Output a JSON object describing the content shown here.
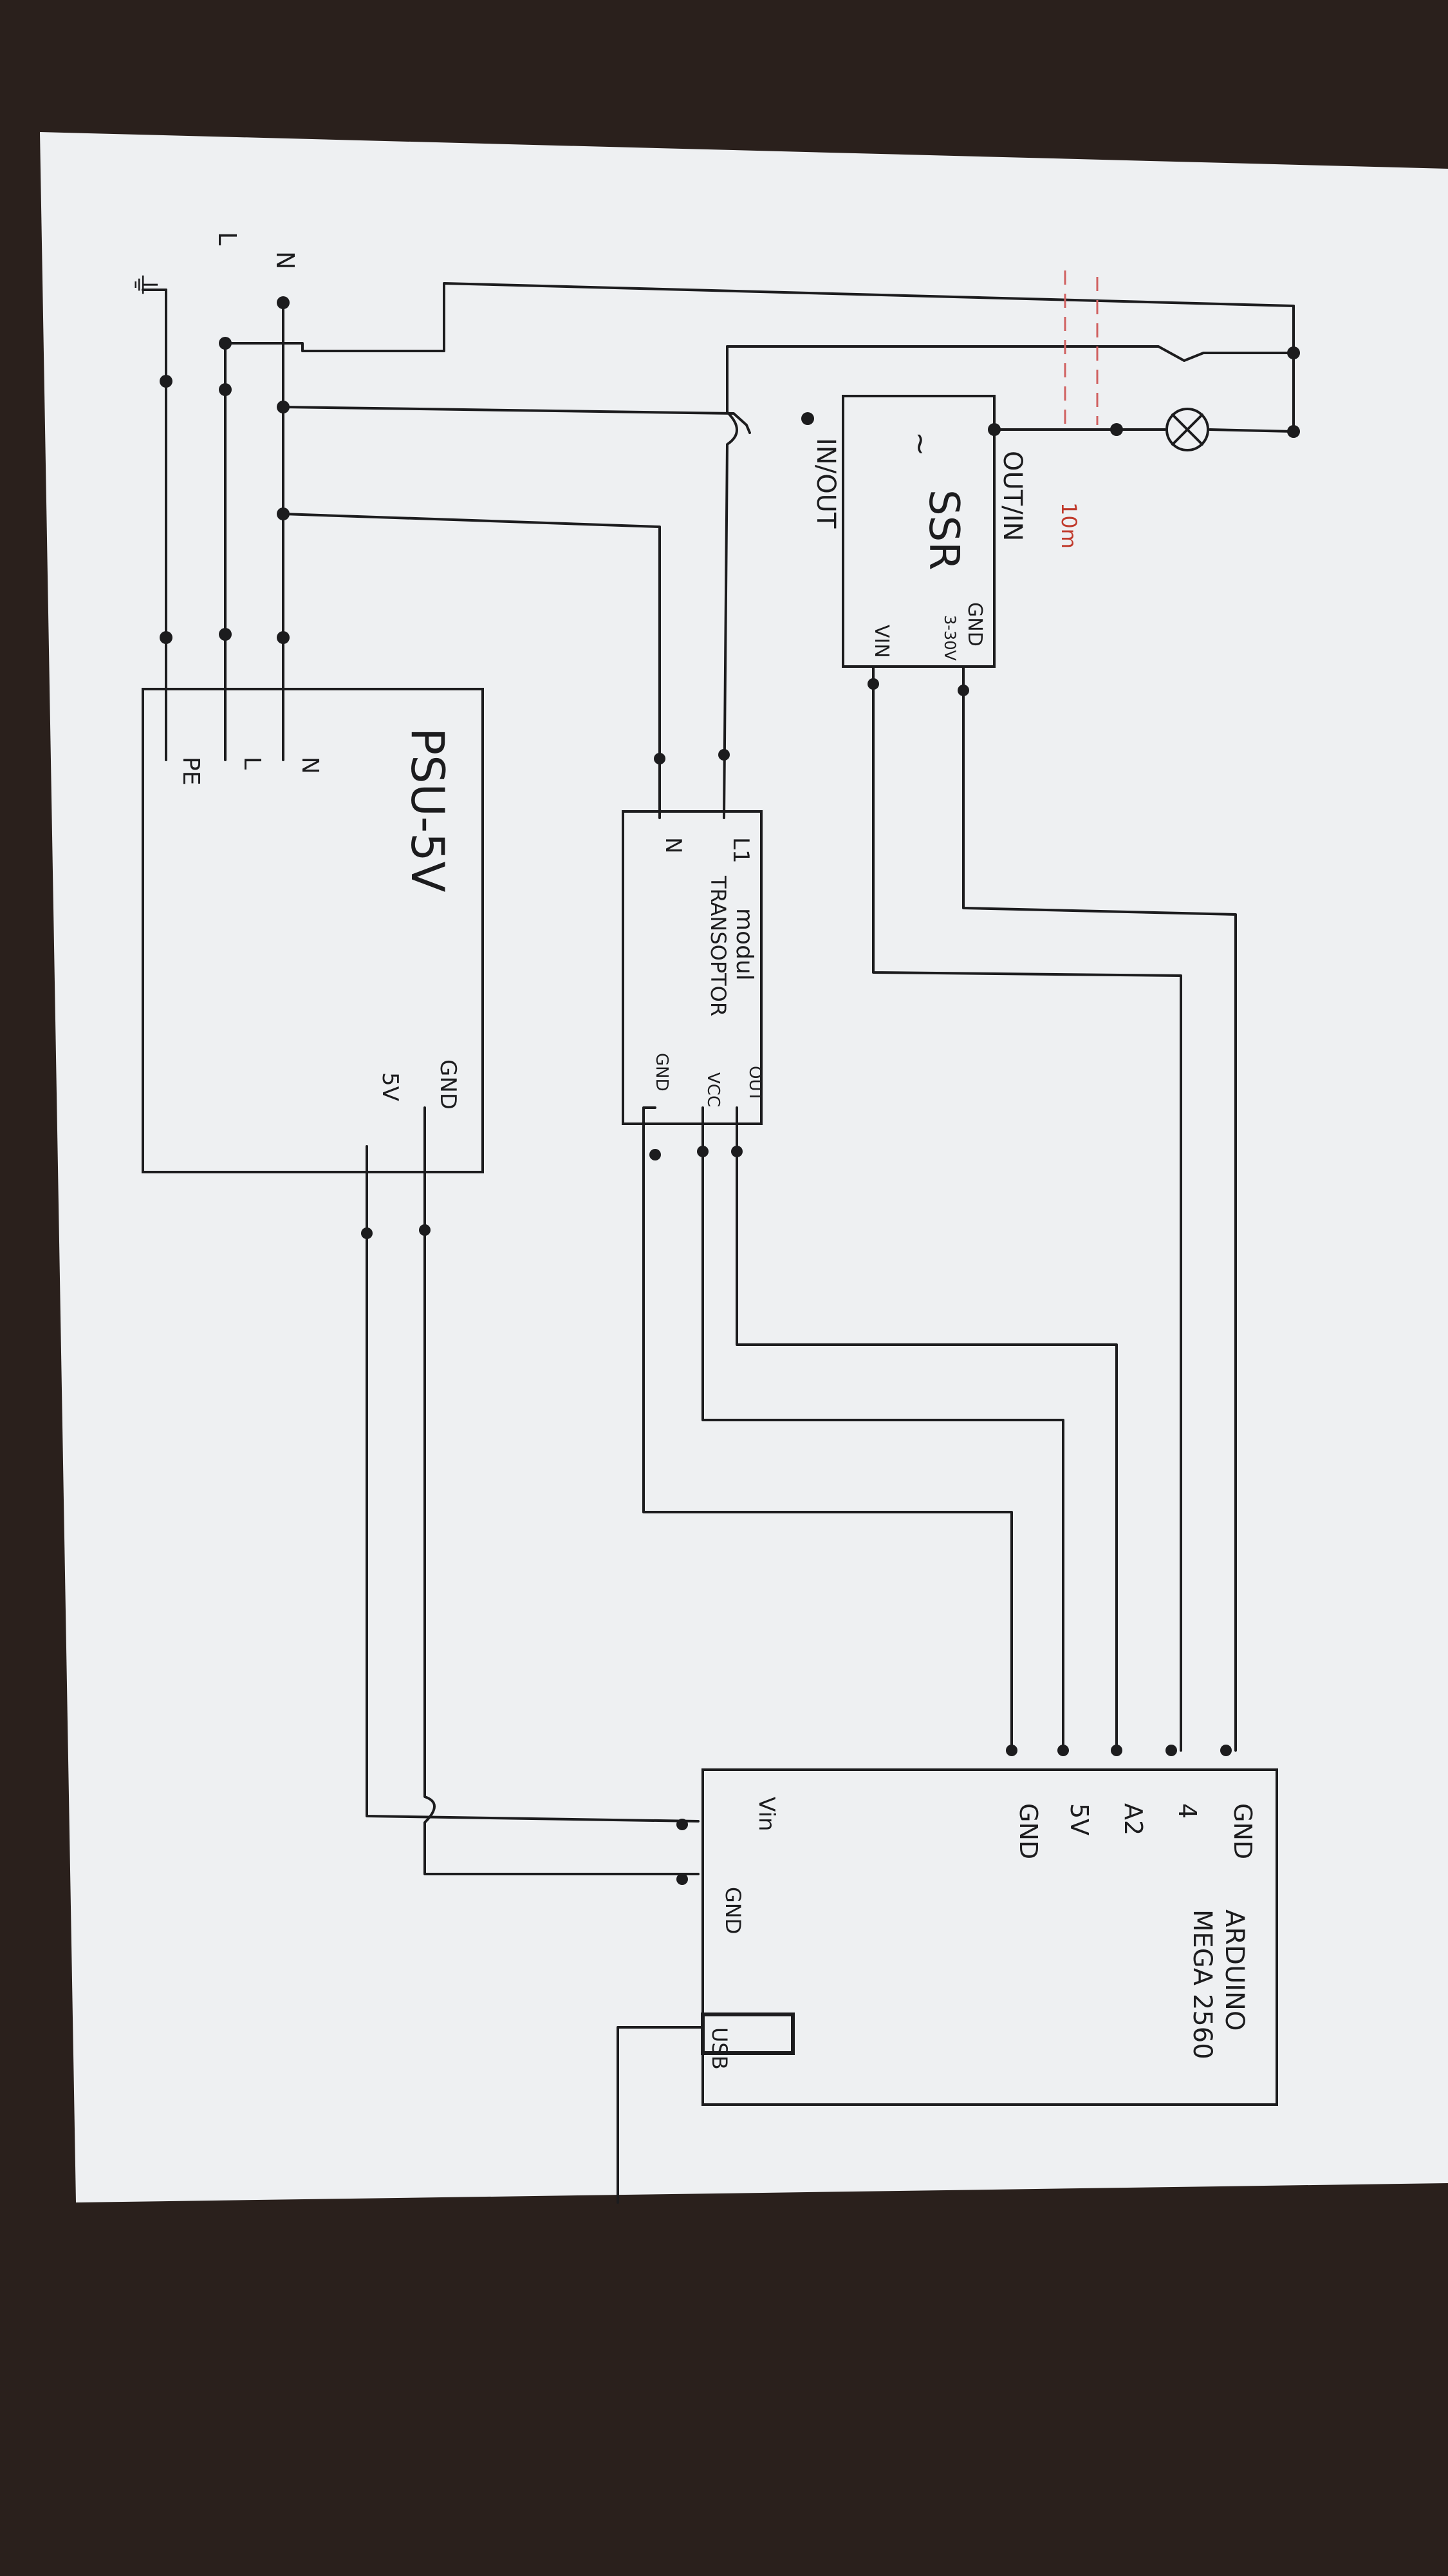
{
  "colors": {
    "table": "#2a201c",
    "paper": "#eef0f2",
    "ink": "#1c1c1e",
    "annotation_red": "#c0392b"
  },
  "mains": {
    "neutral": "N",
    "line": "L",
    "earth_symbol": "⏚"
  },
  "psu": {
    "title": "PSU-5V",
    "pin_n": "N",
    "pin_l": "L",
    "pin_pe": "PE",
    "pin_gnd": "GND",
    "pin_5v": "5V"
  },
  "ssr": {
    "title": "SSR",
    "pin_in_out": "IN/OUT",
    "pin_out_in": "OUT/IN",
    "pin_gnd": "GND",
    "pin_vin": "VIN",
    "voltage_note": "3-30V",
    "symbol": "~"
  },
  "transoptor": {
    "title_line1": "modul",
    "title_line2": "TRANSOPTOR",
    "pin_l1": "L1",
    "pin_n": "N",
    "pin_out": "OUT",
    "pin_vcc": "VCC",
    "pin_gnd": "GND"
  },
  "arduino": {
    "title_line1": "ARDUINO",
    "title_line2": "MEGA 2560",
    "pin_gnd_top": "GND",
    "pin_4": "4",
    "pin_a2": "A2",
    "pin_5v": "5V",
    "pin_gnd_mid": "GND",
    "pin_vin": "Vin",
    "pin_gnd_bottom": "GND",
    "usb": "USB"
  },
  "annotations": {
    "distance": "10m"
  }
}
